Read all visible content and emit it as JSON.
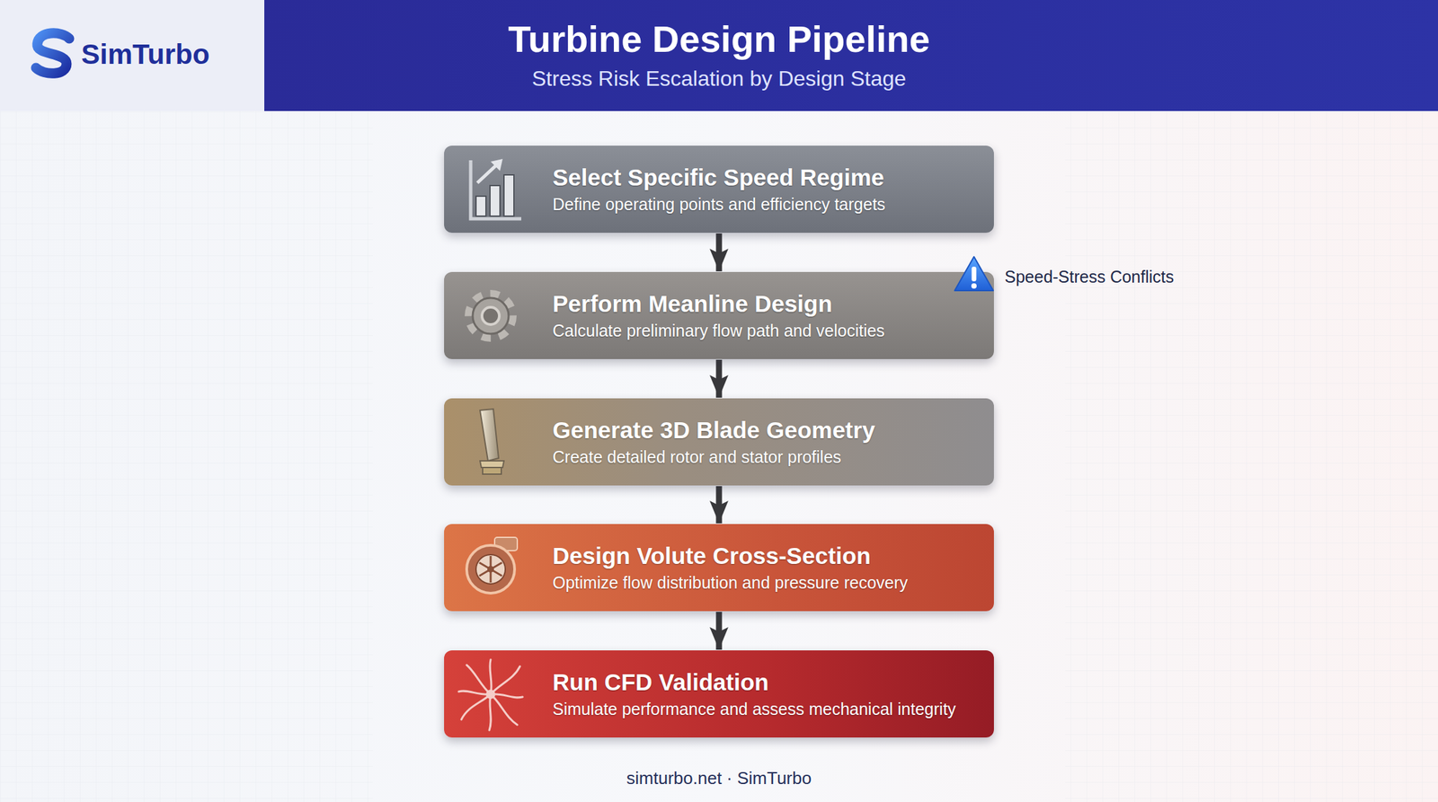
{
  "diagram": {
    "title": "Turbine Design Pipeline",
    "caption": "simturbo.net · SimTurbo",
    "nodes": [
      {
        "text": [
          "Select Specific Speed Regime",
          "Define operating points and efficiency targets"
        ]
      },
      {
        "text": [
          "Perform Meanline Design",
          "Calculate preliminary flow path and velocities"
        ]
      },
      {
        "text": [
          "Generate 3D Blade Geometry",
          "Create detailed rotor and stator profiles"
        ]
      },
      {
        "text": [
          "Design Volute Cross-Section",
          "Optimize flow distribution and pressure recovery"
        ]
      },
      {
        "text": [
          "Run CFD Validation",
          "Simulate performance and assess mechanical integrity"
        ]
      }
    ],
    "edges": [
      {
        "from": 0,
        "to": 1,
        "arrow": "to"
      },
      {
        "from": 1,
        "to": 2,
        "arrow": "to"
      },
      {
        "from": 2,
        "to": 3,
        "arrow": "to"
      },
      {
        "from": 3,
        "to": 4,
        "arrow": "to"
      }
    ],
    "labels": [
      "Stress Risk Escalation by Design Stage",
      "SimTurbo",
      "Speed-Stress Conflicts"
    ]
  }
}
